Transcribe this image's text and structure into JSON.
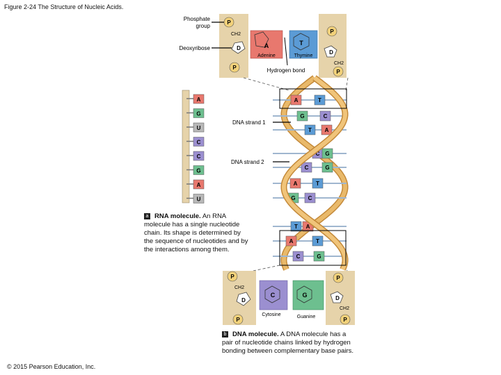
{
  "figure_title": "Figure 2-24 The Structure of Nucleic Acids.",
  "copyright": "© 2015 Pearson Education, Inc.",
  "top_detail": {
    "phosphate_group_label": "Phosphate group",
    "deoxyribose_label": "Deoxyribose",
    "adenine_label": "Adenine",
    "thymine_label": "Thymine",
    "hydrogen_bond_label": "Hydrogen bond",
    "ch2_label": "CH2",
    "phosphate_symbol": "P",
    "deoxyribose_symbol": "D",
    "adenine_symbol": "A",
    "thymine_symbol": "T"
  },
  "bottom_detail": {
    "cytosine_label": "Cytosine",
    "guanine_label": "Guanine",
    "cytosine_symbol": "C",
    "guanine_symbol": "G",
    "ch2_label": "CH2",
    "phosphate_symbol": "P",
    "deoxyribose_symbol": "D"
  },
  "rna": {
    "bases": [
      "A",
      "G",
      "U",
      "C",
      "C",
      "G",
      "A",
      "U"
    ],
    "caption_letter": "a",
    "caption_bold": "RNA molecule.",
    "caption_text": " An RNA molecule has a single nucleotide chain. Its shape is determined by the sequence of nucleotides and by the interactions among them."
  },
  "dna": {
    "strand1_label": "DNA strand 1",
    "strand2_label": "DNA strand 2",
    "caption_letter": "b",
    "caption_bold": "DNA molecule.",
    "caption_text": " A DNA molecule has a pair of nucleotide chains linked by hydrogen bonding between complementary base pairs."
  },
  "colors": {
    "A": "#e8786e",
    "T": "#5b9bd5",
    "G": "#6dbf8f",
    "C": "#9b8fd0",
    "U": "#b8b8b8",
    "backbone": "#e6d3aa",
    "ribbon": "#d9a050",
    "phosphate": "#f2d17a"
  }
}
